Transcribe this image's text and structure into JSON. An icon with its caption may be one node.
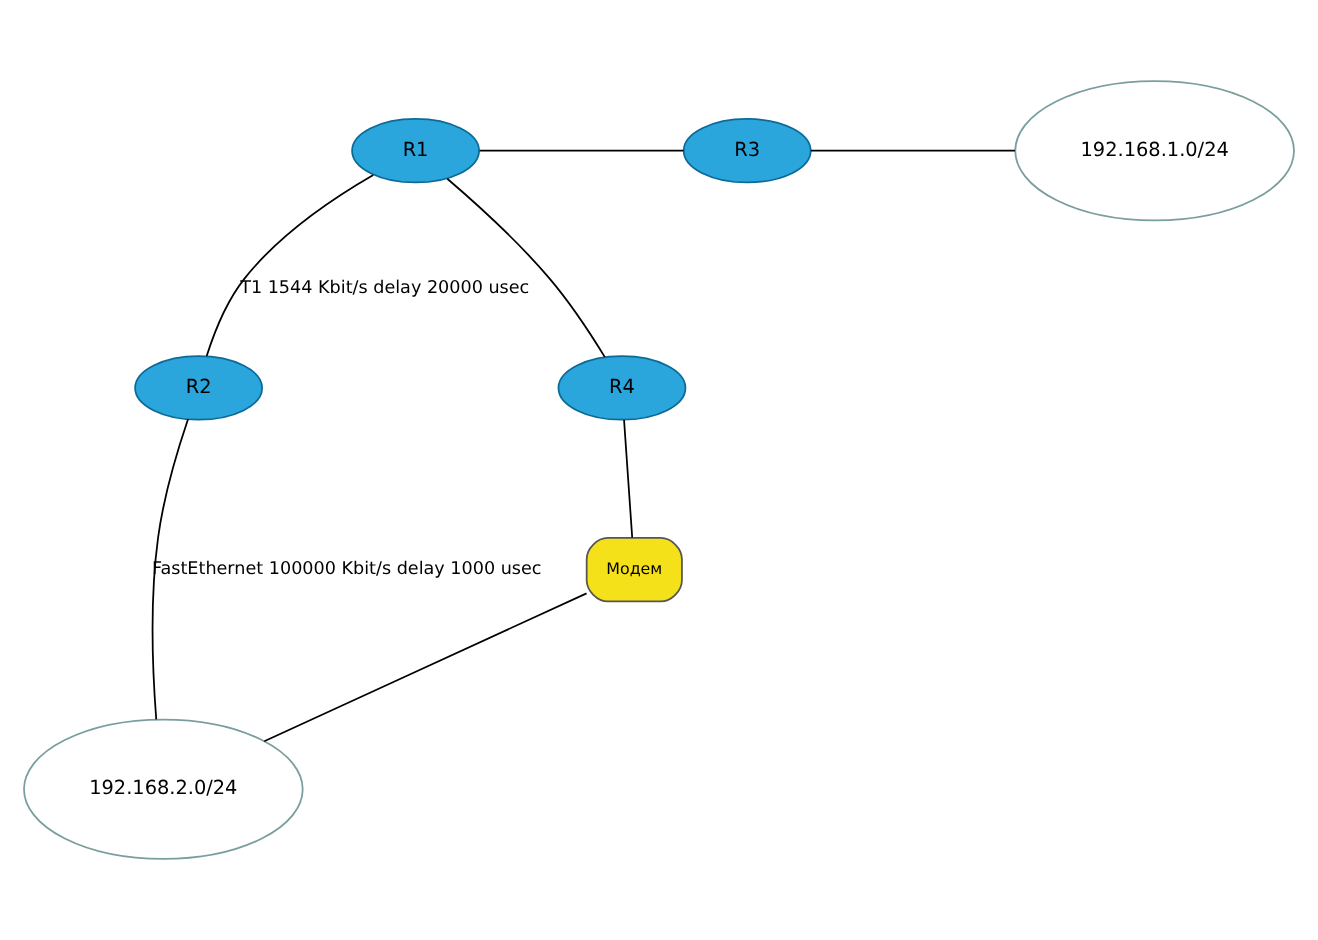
{
  "diagram": {
    "nodes": [
      {
        "text": [
          "R1"
        ]
      },
      {
        "text": [
          "R3"
        ]
      },
      {
        "text": [
          "192.168.1.0/24"
        ]
      },
      {
        "text": [
          "R2"
        ]
      },
      {
        "text": [
          "R4"
        ]
      },
      {
        "text": [
          "Модем"
        ]
      },
      {
        "text": [
          "192.168.2.0/24"
        ]
      }
    ],
    "edges": [
      {
        "from": 0,
        "to": 1,
        "arrow": "none"
      },
      {
        "from": 1,
        "to": 2,
        "arrow": "none"
      },
      {
        "from": 0,
        "to": 3,
        "arrow": "none",
        "label": "T1 1544 Kbit/s delay 20000 usec"
      },
      {
        "from": 0,
        "to": 4,
        "arrow": "none"
      },
      {
        "from": 3,
        "to": 6,
        "arrow": "none",
        "label": "FastEthernet 100000 Kbit/s delay 1000 usec"
      },
      {
        "from": 4,
        "to": 5,
        "arrow": "none"
      },
      {
        "from": 5,
        "to": 6,
        "arrow": "none"
      }
    ]
  }
}
